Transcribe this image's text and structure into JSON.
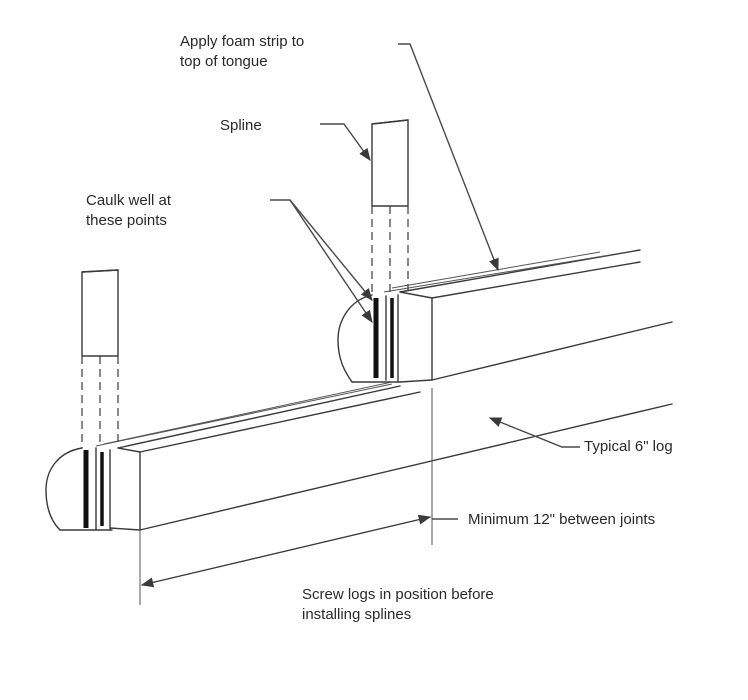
{
  "labels": {
    "foam_strip": [
      "Apply foam strip to",
      "top of tongue"
    ],
    "spline": "Spline",
    "caulk": [
      "Caulk well at",
      "these points"
    ],
    "typical_log": "Typical 6\" log",
    "minimum_joints": "Minimum 12\" between joints",
    "screw_logs": [
      "Screw logs in position before",
      "installing splines"
    ]
  },
  "icons": {
    "arrowhead": "arrowhead-icon"
  }
}
